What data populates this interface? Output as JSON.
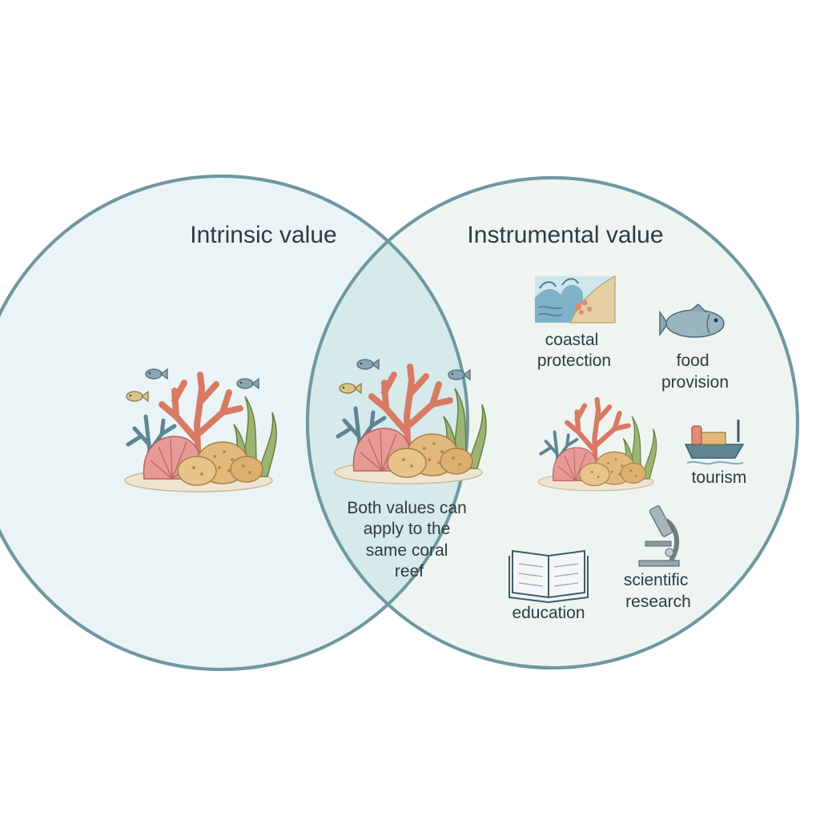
{
  "diagram": {
    "left_circle": {
      "title": "Intrinsic value"
    },
    "right_circle": {
      "title": "Instrumental value"
    },
    "overlap": {
      "lines": [
        "Both values can",
        "apply to the",
        "same coral",
        "reef"
      ]
    },
    "items": {
      "coastal": [
        "coastal",
        "protection"
      ],
      "food": [
        "food",
        "provision"
      ],
      "tourism": [
        "tourism"
      ],
      "education": [
        "education"
      ],
      "research": [
        "scientific",
        "research"
      ]
    },
    "colors": {
      "circle_stroke": "#6f98a1",
      "left_fill": "#eaf4f6",
      "right_fill": "#eef5f1",
      "overlap_fill": "#d6eaec",
      "branch_coral": "#e08a74",
      "blue_coral": "#6f97a3",
      "pink_coral": "#e39493",
      "brain_coral": "#e0b779",
      "seaweed": "#8fa766",
      "fish": "#8aa6b5",
      "sand": "#efe4cf"
    },
    "icons": [
      "coral-reef-icon",
      "fish-icon",
      "coastal-protection-icon",
      "boat-icon",
      "microscope-icon",
      "book-icon"
    ]
  }
}
